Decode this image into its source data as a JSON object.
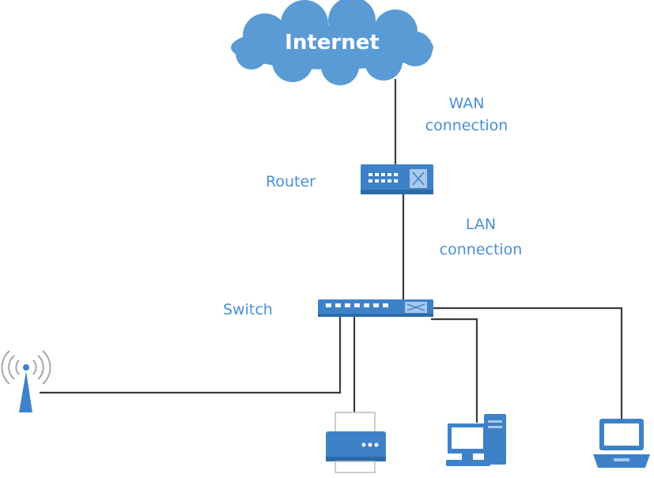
{
  "diagram": {
    "cloud_label": "Internet",
    "router_label": "Router",
    "switch_label": "Switch",
    "wan_line1": "WAN",
    "wan_line2": "connection",
    "lan_line1": "LAN",
    "lan_line2": "connection"
  },
  "colors": {
    "device_blue": "#3d82c9",
    "label_blue": "#4a8fd4",
    "cloud_fill": "#5b9bd5",
    "wire": "#3c3c3c"
  },
  "icons": [
    "cloud-icon",
    "router-icon",
    "switch-icon",
    "access-point-icon",
    "printer-icon",
    "desktop-computer-icon",
    "laptop-icon"
  ]
}
